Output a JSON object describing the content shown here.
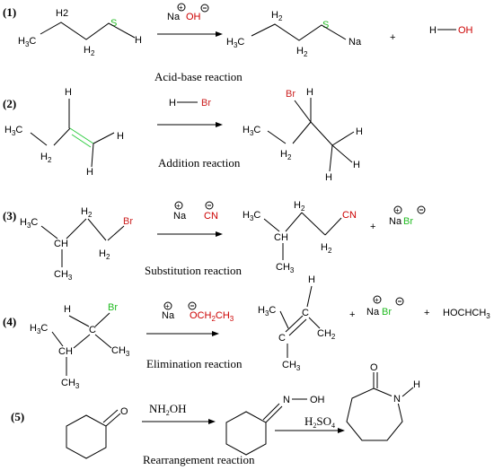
{
  "colors": {
    "sulfur": "#22bb22",
    "bromine": "#cc2222",
    "oxygen": "#cc0000",
    "nitrogen": "#000000",
    "double_bond": "#2ecc40"
  },
  "r1": {
    "num": "(1)",
    "reactant": {
      "h2a": "H2",
      "h3c": "H3C",
      "h2b": "H2",
      "s": "S",
      "h": "H"
    },
    "reagent_na": "Na",
    "reagent_oh": "OH",
    "product": {
      "h3c": "H3C",
      "h2a": "H2",
      "h2b": "H2",
      "s": "S",
      "na": "Na"
    },
    "plus": "+",
    "water": {
      "h": "H",
      "oh": "OH"
    },
    "caption": "Acid-base reaction"
  },
  "r2": {
    "num": "(2)",
    "reactant": {
      "h_top": "H",
      "h3c": "H3C",
      "h2": "H2",
      "h_right": "H",
      "h_bottom": "H"
    },
    "reagent": {
      "h": "H",
      "br": "Br"
    },
    "product": {
      "br": "Br",
      "h_top": "H",
      "h3c": "H3C",
      "h2": "H2",
      "h1": "H",
      "h2b": "H",
      "h3": "H"
    },
    "caption": "Addition reaction"
  },
  "r3": {
    "num": "(3)",
    "reactant": {
      "h3c": "H3C",
      "h2a": "H2",
      "br": "Br",
      "ch": "CH",
      "h2b": "H2",
      "ch3": "CH3"
    },
    "reagent": {
      "na": "Na",
      "cn": "CN"
    },
    "product": {
      "h3c": "H3C",
      "h2a": "H2",
      "cn": "CN",
      "ch": "CH",
      "h2b": "H2",
      "ch3": "CH3"
    },
    "plus": "+",
    "salt": {
      "na": "Na",
      "br": "Br"
    },
    "caption": "Substitution reaction"
  },
  "r4": {
    "num": "(4)",
    "reactant": {
      "h": "H",
      "br": "Br",
      "h3c": "H3C",
      "c": "C",
      "ch3": "CH3",
      "ch": "CH",
      "ch3b": "CH3"
    },
    "reagent": {
      "na": "Na",
      "oet": "OCH2CH3"
    },
    "product": {
      "h": "H",
      "h3c": "H3C",
      "c1": "C",
      "c2": "C",
      "ch2": "CH2",
      "ch3": "CH3"
    },
    "plus1": "+",
    "salt": {
      "na": "Na",
      "br": "Br"
    },
    "plus2": "+",
    "alcohol": "HOCHCH3",
    "caption": "Elimination reaction"
  },
  "r5": {
    "num": "(5)",
    "reactant": {
      "o": "O"
    },
    "reagent": "NH2OH",
    "oxime": {
      "n": "N",
      "oh": "OH"
    },
    "reagent2": "H2SO4",
    "product": {
      "o": "O",
      "n": "N",
      "h": "H"
    },
    "caption": "Rearrangement reaction"
  }
}
